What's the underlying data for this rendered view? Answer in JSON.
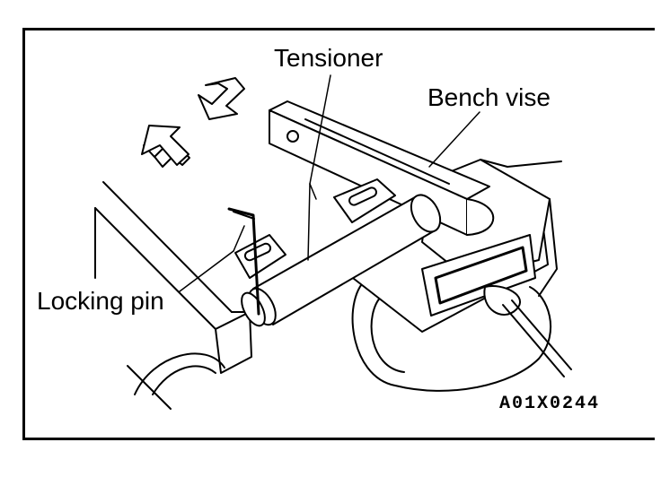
{
  "diagram": {
    "labels": {
      "tensioner": "Tensioner",
      "bench_vise": "Bench vise",
      "locking_pin": "Locking pin",
      "figure_code": "A01X0244"
    },
    "icons": [
      "arrow-in-icon",
      "arrow-out-icon"
    ],
    "colors": {
      "ink": "#000000",
      "background": "#ffffff"
    }
  }
}
